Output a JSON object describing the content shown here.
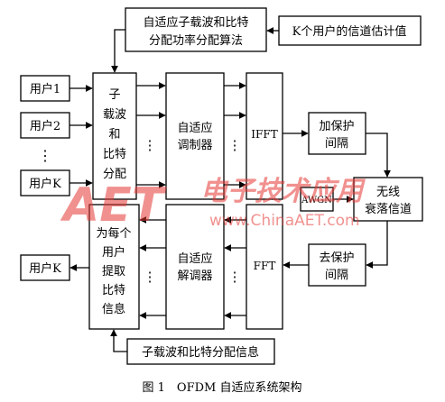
{
  "boxes": {
    "algorithm": [
      "自适应子载波和比特",
      "分配功率分配算法"
    ],
    "channel_estimate": "K个用户的信道估计值",
    "user1": "用户1",
    "user2": "用户2",
    "userK_tx": "用户K",
    "user_dots": "⋮",
    "subcarrier_alloc": [
      "子",
      "载波",
      "和",
      "比特",
      "分配"
    ],
    "adaptive_modulator": [
      "自适应",
      "调制器"
    ],
    "ifft": "IFFT",
    "add_guard": [
      "加保护",
      "间隔"
    ],
    "awgn": "AWGN",
    "wireless_channel": [
      "无线",
      "衰落信道"
    ],
    "remove_guard": [
      "去保护",
      "间隔"
    ],
    "fft": "FFT",
    "adaptive_demodulator": [
      "自适应",
      "解调器"
    ],
    "extract_bits": [
      "为每个",
      "用户",
      "提取",
      "比特",
      "信息"
    ],
    "userK_rx": "用户K",
    "alloc_info": "子载波和比特分配信息",
    "vdots": "⋮"
  },
  "caption": "图 1　OFDM 自适应系统架构",
  "watermark": {
    "logo": "AET",
    "chinese": "电子技术应用",
    "url": "www.ChinaAET.com",
    "color": "#e53935"
  }
}
